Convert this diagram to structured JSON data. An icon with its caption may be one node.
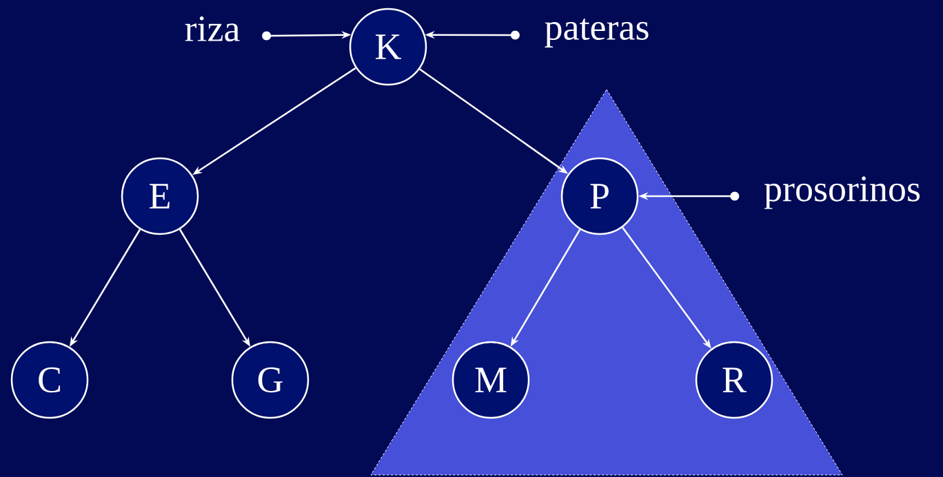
{
  "diagram": {
    "nodes": [
      {
        "text": [
          "riza"
        ]
      },
      {
        "text": [
          "K"
        ]
      },
      {
        "text": [
          "pateras"
        ]
      },
      {
        "text": [],
        "shape": "triangle"
      },
      {
        "text": [
          "E"
        ]
      },
      {
        "text": [
          "P"
        ],
        "in": 3
      },
      {
        "text": [
          "prosorinos"
        ]
      },
      {
        "text": [
          "C"
        ]
      },
      {
        "text": [
          "G"
        ]
      },
      {
        "text": [
          "M"
        ],
        "in": 3
      },
      {
        "text": [
          "R"
        ],
        "in": 3
      }
    ],
    "edges": [
      {
        "from": 0,
        "to": 1,
        "arrow": "to"
      },
      {
        "from": 2,
        "to": 1,
        "arrow": "to"
      },
      {
        "from": 1,
        "to": 4,
        "arrow": "to"
      },
      {
        "from": 1,
        "to": 5,
        "arrow": "to"
      },
      {
        "from": 6,
        "to": 5,
        "arrow": "to"
      },
      {
        "from": 4,
        "to": 7,
        "arrow": "to"
      },
      {
        "from": 4,
        "to": 8,
        "arrow": "to"
      },
      {
        "from": 5,
        "to": 9,
        "arrow": "to"
      },
      {
        "from": 5,
        "to": 10,
        "arrow": "to"
      }
    ]
  }
}
